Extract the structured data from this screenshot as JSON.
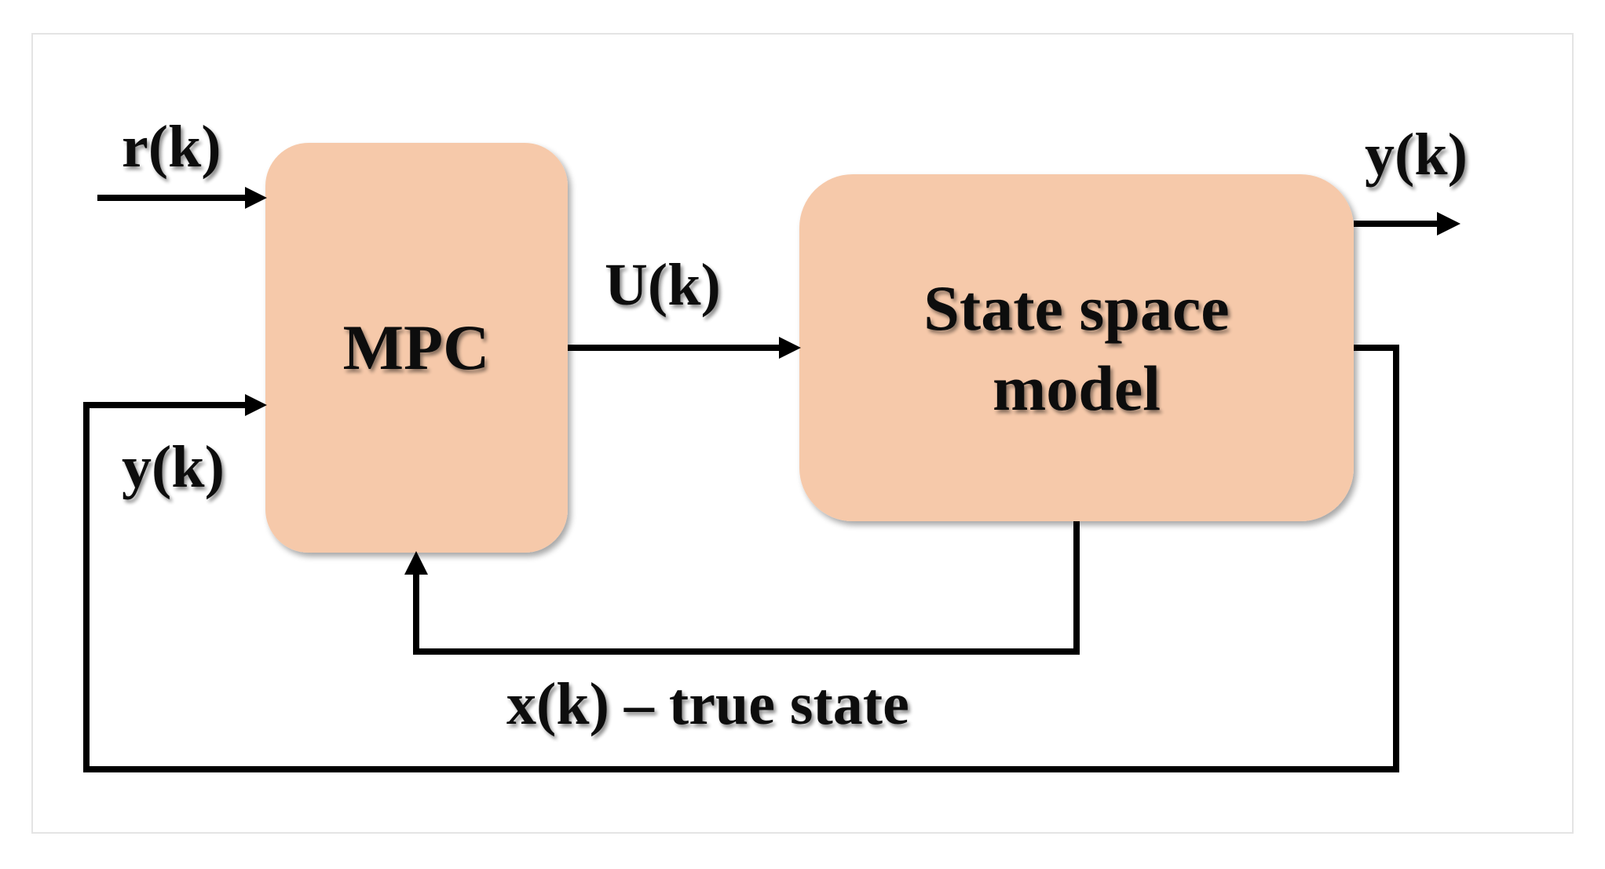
{
  "blocks": {
    "controller": {
      "label": "MPC"
    },
    "plant": {
      "line1": "State space",
      "line2": "model"
    }
  },
  "signals": {
    "reference": "r(k)",
    "control": "U(k)",
    "output_top": "y(k)",
    "output_feedback": "y(k)",
    "state_feedback": "x(k) – true state"
  },
  "colors": {
    "block_fill": "#f6c9aa",
    "line": "#000000",
    "text": "#111111"
  }
}
